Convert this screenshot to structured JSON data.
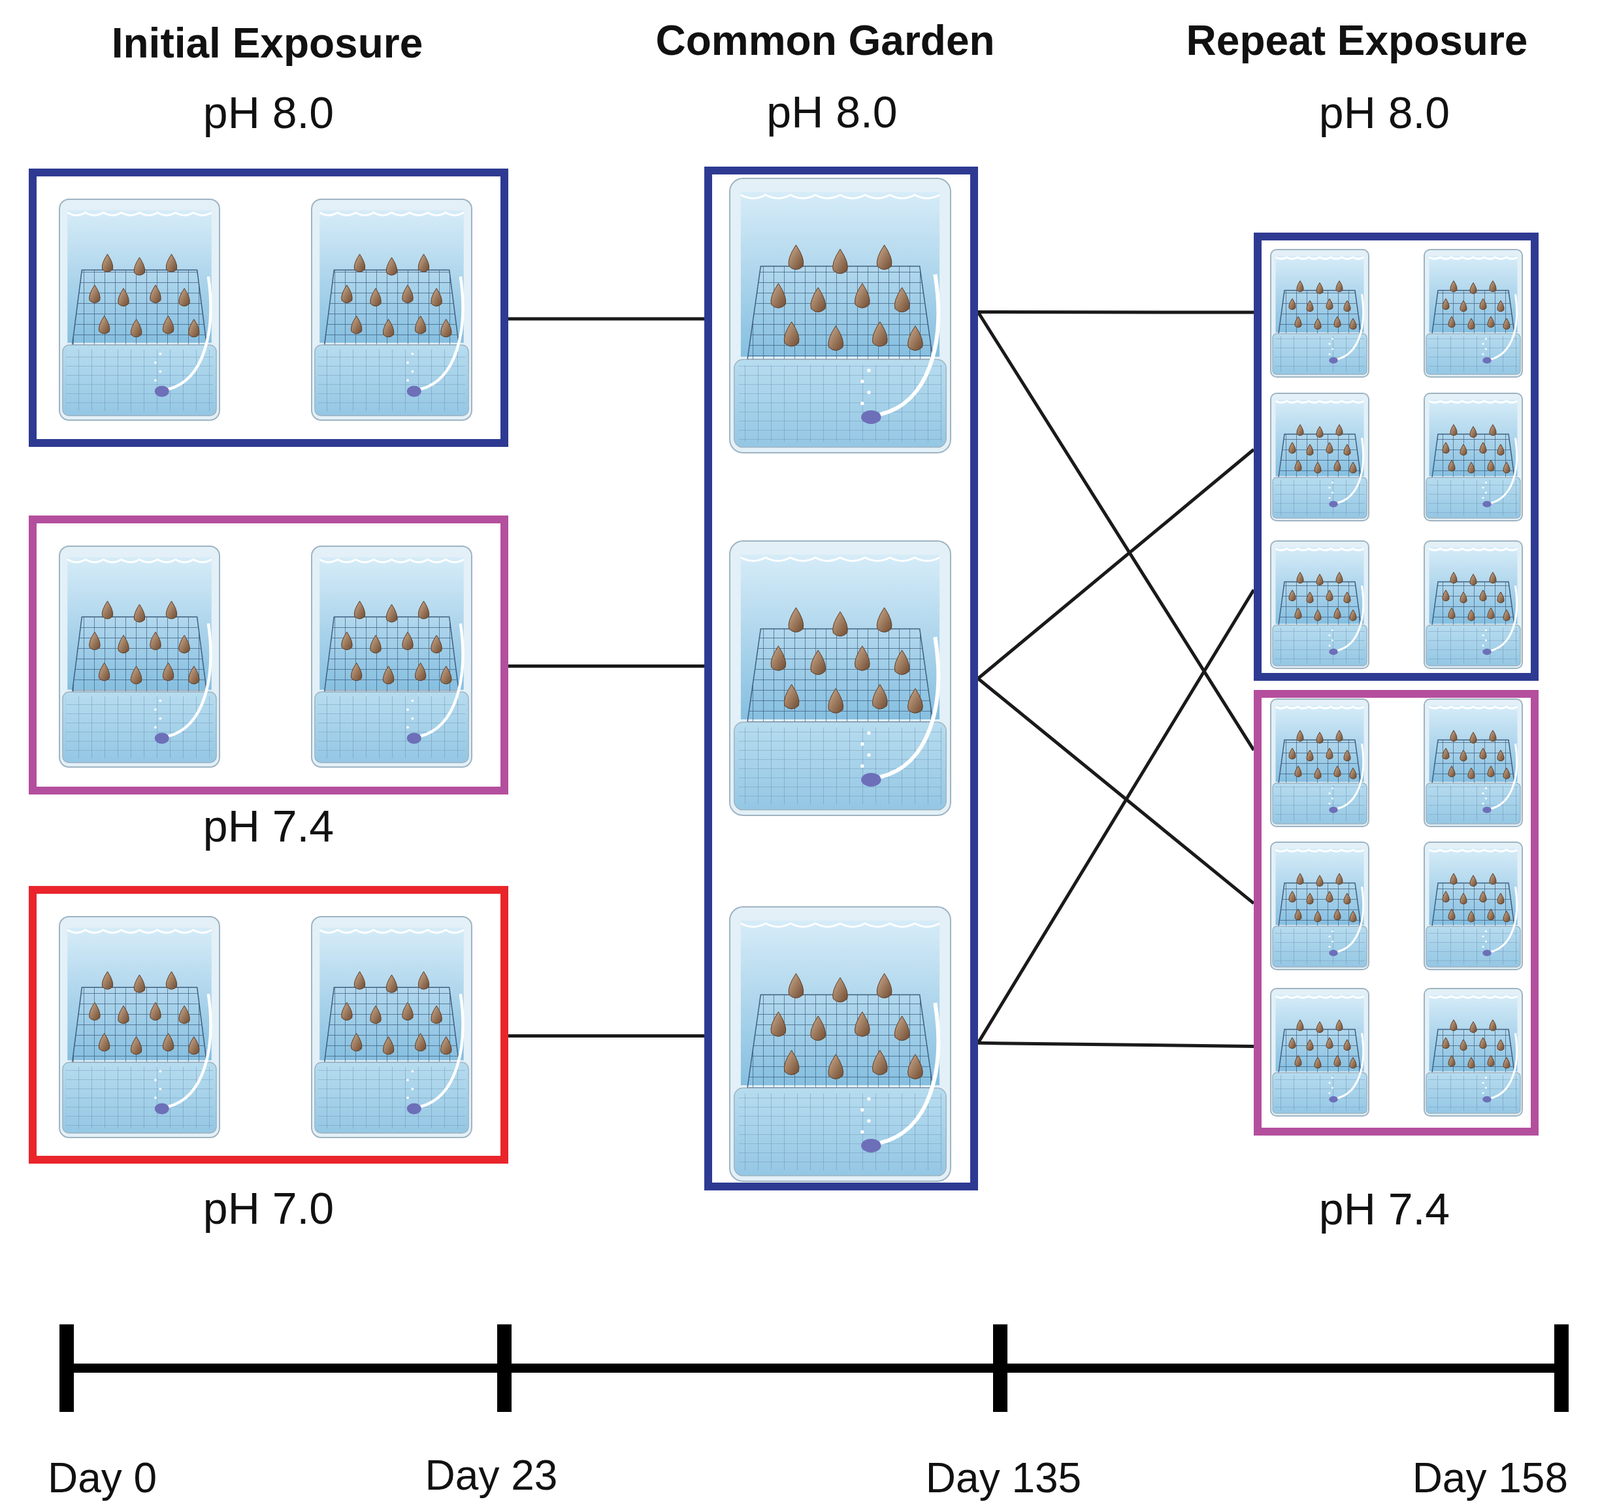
{
  "diagram": {
    "nodes": [
      {
        "text": [
          "pH 8.0"
        ]
      },
      {
        "text": [
          "pH 7.4"
        ]
      },
      {
        "text": [
          "pH 7.0"
        ]
      },
      {
        "text": [
          "pH 8.0"
        ]
      },
      {
        "text": [
          "pH 8.0"
        ]
      },
      {
        "text": [
          "pH 7.4"
        ]
      }
    ],
    "edges": [
      {
        "from": 0,
        "to": 3,
        "arrow": "none"
      },
      {
        "from": 1,
        "to": 3,
        "arrow": "none"
      },
      {
        "from": 2,
        "to": 3,
        "arrow": "none"
      },
      {
        "from": 3,
        "to": 4,
        "arrow": "none"
      },
      {
        "from": 3,
        "to": 5,
        "arrow": "none"
      }
    ],
    "labels": [
      "Initial Exposure",
      "Common Garden",
      "Repeat Exposure",
      "Day 0",
      "Day 23",
      "Day 135",
      "Day 158"
    ]
  }
}
